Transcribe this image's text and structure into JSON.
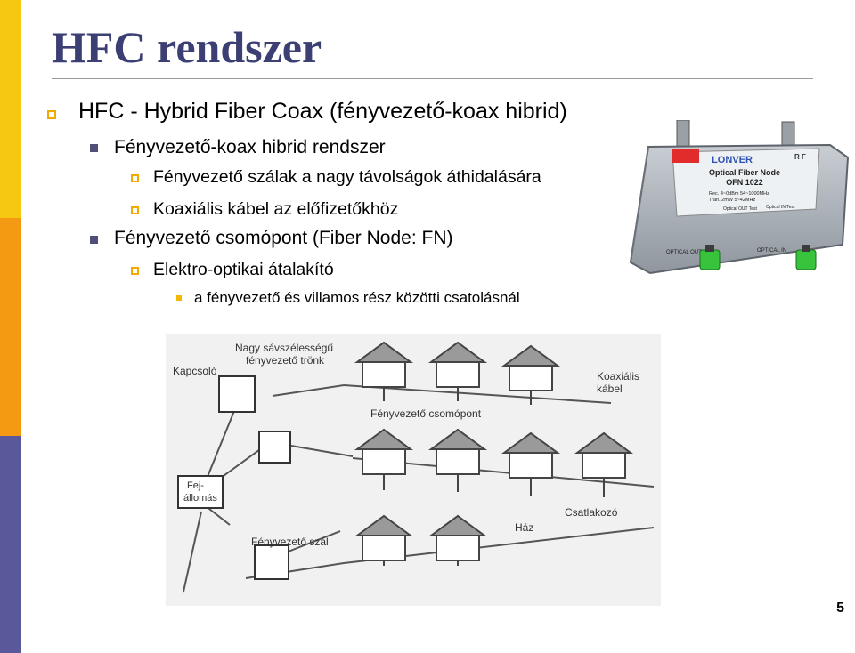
{
  "slide": {
    "title": "HFC rendszer",
    "page_number": "5"
  },
  "bullets": {
    "l1": "HFC - Hybrid Fiber Coax (fényvezető-koax hibrid)",
    "l2": "Fényvezető-koax hibrid rendszer",
    "l3": "Fényvezető szálak a nagy távolságok áthidalására",
    "l4": "Koaxiális kábel az előfizetőkhöz",
    "l5": "Fényvezető csomópont (Fiber Node: FN)",
    "l6": "Elektro-optikai átalakító",
    "l7": "a fényvezető és villamos rész közötti csatolásnál"
  },
  "device": {
    "brand": "LONVER",
    "rf": "R F",
    "name": "Optical Fiber Node",
    "model": "OFN 1022",
    "spec1": "Rec. 4~0dBm  54~1000MHz",
    "spec2": "Tran. 2mW  5~42MHz",
    "label_out_test": "Optical OUT Test",
    "label_in_test": "Optical IN Test",
    "port_out": "OPTICAL OUT",
    "port_in": "OPTICAL IN"
  },
  "diagram": {
    "kapcsolo": "Kapcsoló",
    "trunk_1": "Nagy sávszélességű",
    "trunk_2": "fényvezető trönk",
    "koax_1": "Koaxiális",
    "koax_2": "kábel",
    "fn": "Fényvezető csomópont",
    "fej_1": "Fej-",
    "fej_2": "állomás",
    "csatlakozo": "Csatlakozó",
    "haz": "Ház",
    "szal": "Fényvezető szál"
  },
  "colors": {
    "title": "#3c3f73",
    "bar_yellow": "#f6c812",
    "bar_orange": "#f39a12",
    "bar_violet": "#58589a",
    "bullet_hollow": "#f2a900",
    "bullet_solid": "#4f4f7a"
  }
}
